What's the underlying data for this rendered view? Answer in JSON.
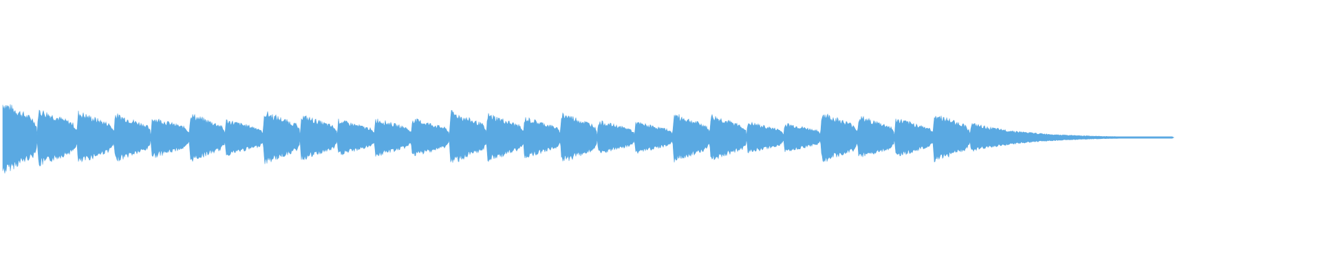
{
  "waveform": {
    "color": "#5aa9e2",
    "background": "#ffffff",
    "notes": [
      {
        "start": 0.0,
        "amp": 0.62
      },
      {
        "start": 0.028,
        "amp": 0.48
      },
      {
        "start": 0.058,
        "amp": 0.44
      },
      {
        "start": 0.086,
        "amp": 0.4
      },
      {
        "start": 0.114,
        "amp": 0.34
      },
      {
        "start": 0.143,
        "amp": 0.4
      },
      {
        "start": 0.17,
        "amp": 0.3
      },
      {
        "start": 0.199,
        "amp": 0.44
      },
      {
        "start": 0.227,
        "amp": 0.38
      },
      {
        "start": 0.255,
        "amp": 0.3
      },
      {
        "start": 0.283,
        "amp": 0.32
      },
      {
        "start": 0.311,
        "amp": 0.32
      },
      {
        "start": 0.34,
        "amp": 0.44
      },
      {
        "start": 0.368,
        "amp": 0.4
      },
      {
        "start": 0.396,
        "amp": 0.34
      },
      {
        "start": 0.424,
        "amp": 0.42
      },
      {
        "start": 0.452,
        "amp": 0.28
      },
      {
        "start": 0.48,
        "amp": 0.26
      },
      {
        "start": 0.509,
        "amp": 0.4
      },
      {
        "start": 0.537,
        "amp": 0.38
      },
      {
        "start": 0.565,
        "amp": 0.26
      },
      {
        "start": 0.593,
        "amp": 0.24
      },
      {
        "start": 0.621,
        "amp": 0.42
      },
      {
        "start": 0.649,
        "amp": 0.36
      },
      {
        "start": 0.677,
        "amp": 0.32
      },
      {
        "start": 0.706,
        "amp": 0.4
      },
      {
        "start": 0.734,
        "amp": 0.24
      }
    ],
    "tail_end": 0.888
  }
}
